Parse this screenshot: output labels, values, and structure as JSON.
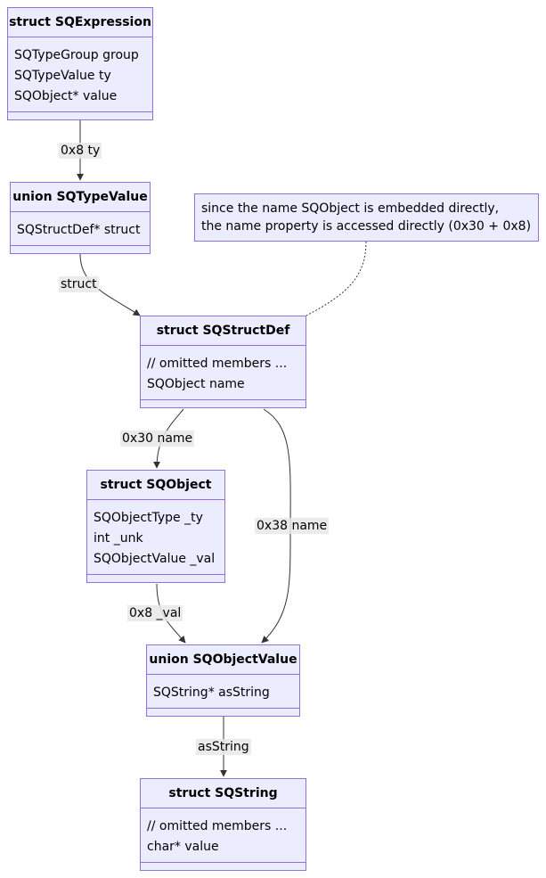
{
  "classes": {
    "sqexpression": {
      "title": "struct SQExpression",
      "members": [
        "SQTypeGroup group",
        "SQTypeValue ty",
        "SQObject* value"
      ]
    },
    "sqtypevalue": {
      "title": "union SQTypeValue",
      "members": [
        "SQStructDef* struct"
      ]
    },
    "sqstructdef": {
      "title": "struct SQStructDef",
      "members": [
        "// omitted members ...",
        "SQObject name"
      ]
    },
    "sqobject": {
      "title": "struct SQObject",
      "members": [
        "SQObjectType _ty",
        "int _unk",
        "SQObjectValue _val"
      ]
    },
    "sqobjectvalue": {
      "title": "union SQObjectValue",
      "members": [
        "SQString* asString"
      ]
    },
    "sqstring": {
      "title": "struct SQString",
      "members": [
        "// omitted members ...",
        "char* value"
      ]
    }
  },
  "note": {
    "lines": [
      "since the name SQObject is embedded directly,",
      "the name property is accessed directly (0x30 + 0x8)"
    ]
  },
  "edges": {
    "expr_to_typevalue": "0x8 ty",
    "typevalue_to_structdef": "struct",
    "structdef_to_object": "0x30 name",
    "structdef_to_objectvalue": "0x38 name",
    "object_to_objectvalue": "0x8 _val",
    "objectvalue_to_string": "asString"
  },
  "colors": {
    "node_fill": "#ececff",
    "node_border": "#9370db",
    "edge": "#333333",
    "label_bg": "#e8e8e8"
  }
}
